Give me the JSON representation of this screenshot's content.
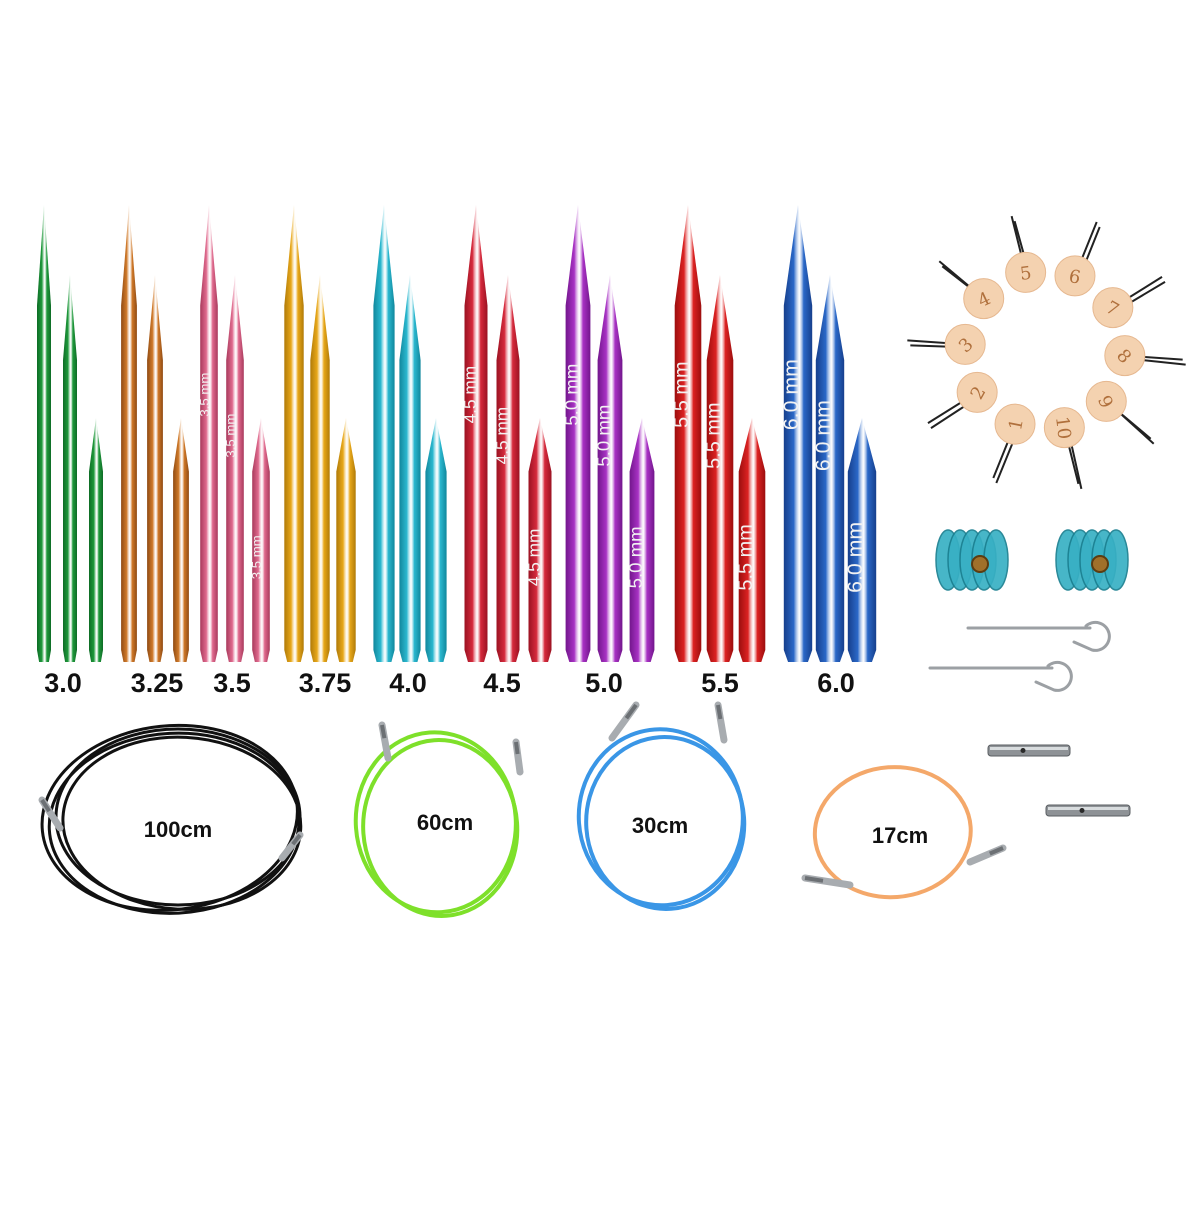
{
  "needle_sets": [
    {
      "size": "3.0",
      "color": "#1f9a3c",
      "shade": "#0d6b25",
      "marks": [
        "",
        "",
        ""
      ]
    },
    {
      "size": "3.25",
      "color": "#d07a2a",
      "shade": "#8f4a12",
      "marks": [
        "",
        "",
        ""
      ]
    },
    {
      "size": "3.5",
      "color": "#e06a8e",
      "shade": "#a83a5c",
      "marks": [
        "3.5 mm",
        "3.5 mm",
        "3.5 mm"
      ]
    },
    {
      "size": "3.75",
      "color": "#e8a81a",
      "shade": "#b07a08",
      "marks": [
        "",
        "",
        ""
      ]
    },
    {
      "size": "4.0",
      "color": "#2bb8cf",
      "shade": "#10879c",
      "marks": [
        "",
        "",
        ""
      ]
    },
    {
      "size": "4.5",
      "color": "#d62a3c",
      "shade": "#9a1222",
      "marks": [
        "4.5 mm",
        "4.5 mm",
        "4.5 mm"
      ]
    },
    {
      "size": "5.0",
      "color": "#a832c4",
      "shade": "#72168c",
      "marks": [
        "5.0 mm",
        "5.0 mm",
        "5.0 mm"
      ]
    },
    {
      "size": "5.5",
      "color": "#dc2222",
      "shade": "#9c0e0e",
      "marks": [
        "5.5 mm",
        "5.5 mm",
        "5.5 mm"
      ]
    },
    {
      "size": "6.0",
      "color": "#2a68c8",
      "shade": "#163f8c",
      "marks": [
        "6.0 mm",
        "6.0 mm",
        "6.0 mm"
      ]
    }
  ],
  "cables": [
    {
      "label": "100cm",
      "color": "#111111"
    },
    {
      "label": "60cm",
      "color": "#7ee02a"
    },
    {
      "label": "30cm",
      "color": "#3a96e6"
    },
    {
      "label": "17cm",
      "color": "#f4a86a"
    }
  ],
  "stitch_markers": [
    "1",
    "2",
    "3",
    "4",
    "5",
    "6",
    "7",
    "8",
    "9",
    "10"
  ],
  "colors": {
    "marker_wood": "#f4d2b0",
    "marker_number": "#b0703c",
    "stopper_teal": "#38b0c4",
    "metal": "#a8acb0"
  }
}
